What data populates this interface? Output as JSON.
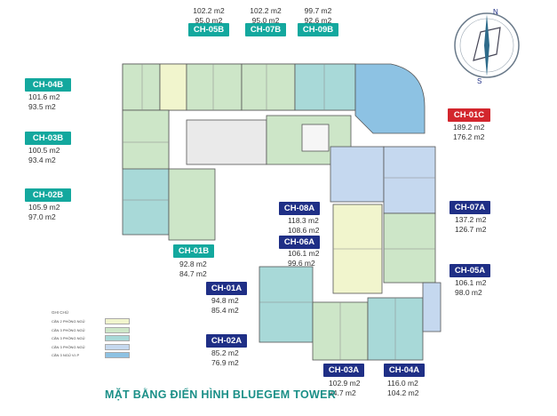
{
  "title": "MẶT BẰNG ĐIỂN HÌNH BLUEGEM TOWER",
  "compass": {
    "north": "N",
    "south": "S"
  },
  "legend": {
    "heading": "GHI CHÚ",
    "items": [
      {
        "label": "CĂN 2 PHÒNG NGỦ",
        "color": "#f1f5cd"
      },
      {
        "label": "CĂN 3 PHÒNG NGỦ",
        "color": "#cde6c8"
      },
      {
        "label": "CĂN 3 PHÒNG NGỦ",
        "color": "#a8d9d8"
      },
      {
        "label": "CĂN 3 PHÒNG NGỦ",
        "color": "#c5d8ef"
      },
      {
        "label": "CĂN 3 NGỦ V.I.P",
        "color": "#8dc2e3"
      }
    ]
  },
  "units": [
    {
      "code": "CH-05B",
      "area1": "102.2 m2",
      "area2": "95.0 m2"
    },
    {
      "code": "CH-07B",
      "area1": "102.2 m2",
      "area2": "95.0 m2"
    },
    {
      "code": "CH-09B",
      "area1": "99.7 m2",
      "area2": "92.6 m2"
    },
    {
      "code": "CH-04B",
      "area1": "101.6 m2",
      "area2": "93.5 m2"
    },
    {
      "code": "CH-03B",
      "area1": "100.5 m2",
      "area2": "93.4 m2"
    },
    {
      "code": "CH-02B",
      "area1": "105.9 m2",
      "area2": "97.0 m2"
    },
    {
      "code": "CH-01B",
      "area1": "92.8 m2",
      "area2": "84.7 m2"
    },
    {
      "code": "CH-01C",
      "area1": "189.2 m2",
      "area2": "176.2 m2"
    },
    {
      "code": "CH-08A",
      "area1": "118.3 m2",
      "area2": "108.6 m2"
    },
    {
      "code": "CH-06A",
      "area1": "106.1 m2",
      "area2": "99.6 m2"
    },
    {
      "code": "CH-07A",
      "area1": "137.2 m2",
      "area2": "126.7 m2"
    },
    {
      "code": "CH-05A",
      "area1": "106.1 m2",
      "area2": "98.0 m2"
    },
    {
      "code": "CH-01A",
      "area1": "94.8 m2",
      "area2": "85.4 m2"
    },
    {
      "code": "CH-02A",
      "area1": "85.2 m2",
      "area2": "76.9 m2"
    },
    {
      "code": "CH-03A",
      "area1": "102.9 m2",
      "area2": "94.7 m2"
    },
    {
      "code": "CH-04A",
      "area1": "116.0 m2",
      "area2": "104.2 m2"
    }
  ]
}
